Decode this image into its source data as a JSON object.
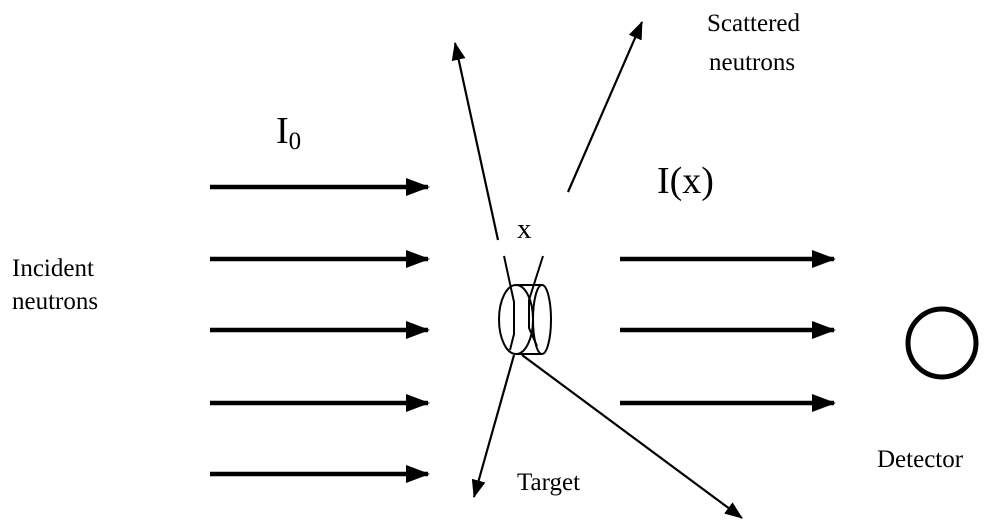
{
  "labels": {
    "incident_line1": "Incident",
    "incident_line2": "neutrons",
    "intensity_initial_main": "I",
    "intensity_initial_sub": "0",
    "intensity_transmitted": "I(x)",
    "thickness": "x",
    "scattered_line1": "Scattered",
    "scattered_line2": "neutrons",
    "target": "Target",
    "detector": "Detector"
  },
  "counts": {
    "incident_beam_arrows": 5,
    "transmitted_beam_arrows": 3,
    "scattered_rays": 4
  },
  "colors": {
    "ink": "#000000",
    "background": "#ffffff"
  }
}
